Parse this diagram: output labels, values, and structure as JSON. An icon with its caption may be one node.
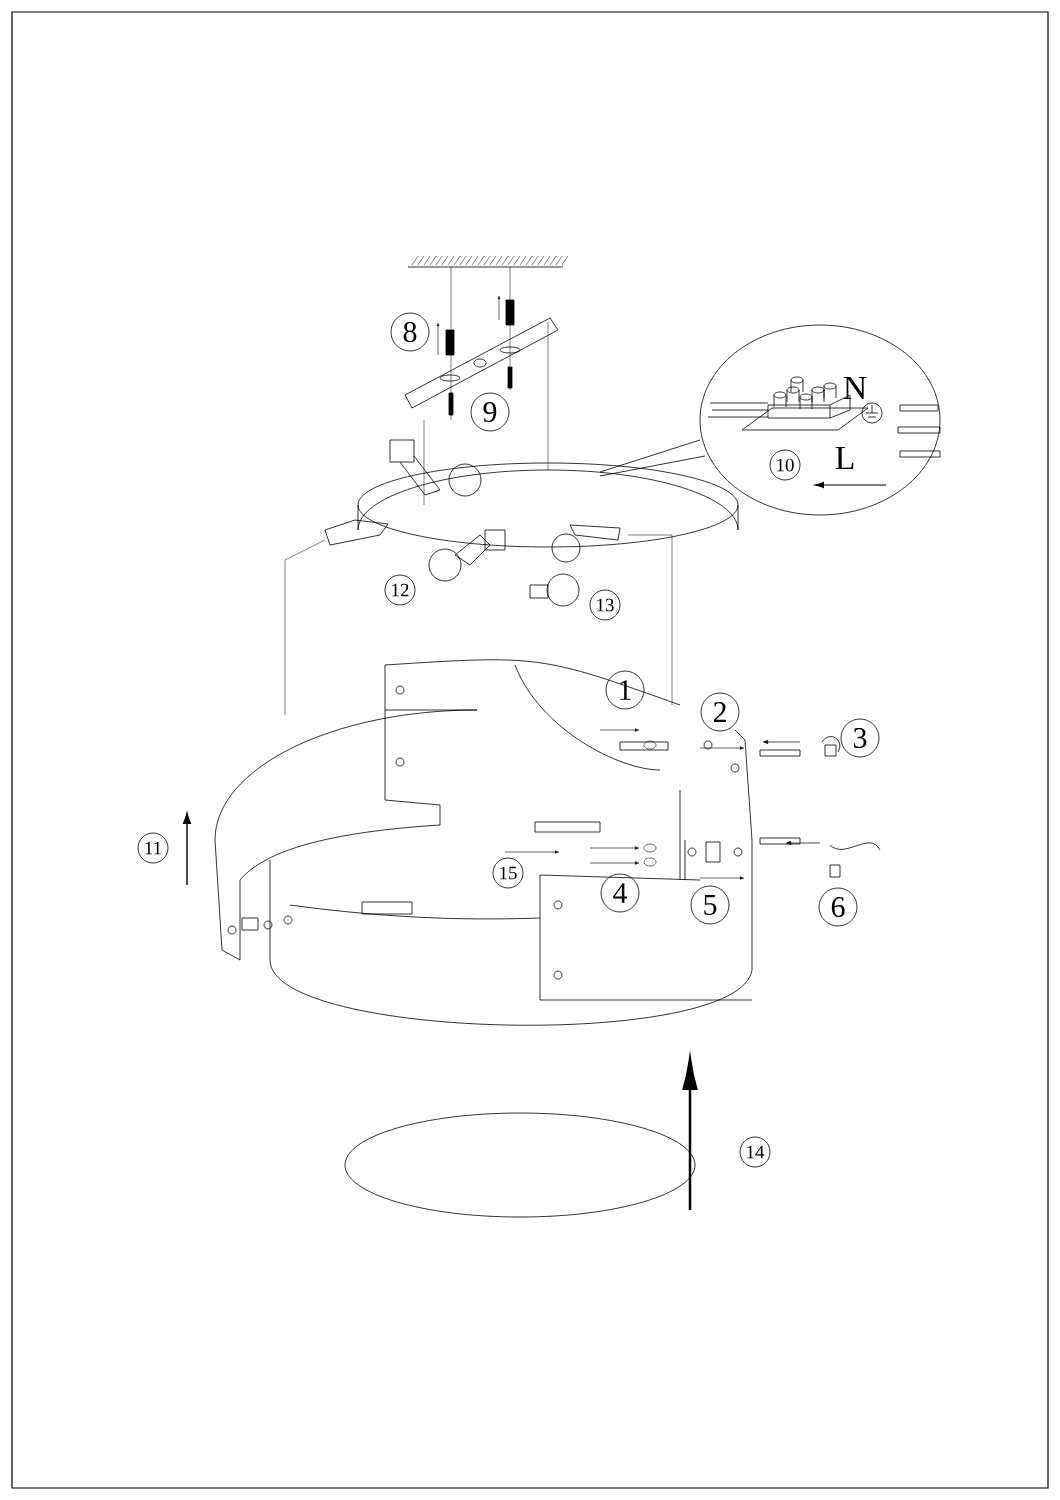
{
  "diagram": {
    "labels": [
      "8",
      "N",
      "9",
      "L",
      "10",
      "12",
      "13",
      "1",
      "2",
      "3",
      "11",
      "15",
      "4",
      "5",
      "6",
      "14"
    ]
  }
}
